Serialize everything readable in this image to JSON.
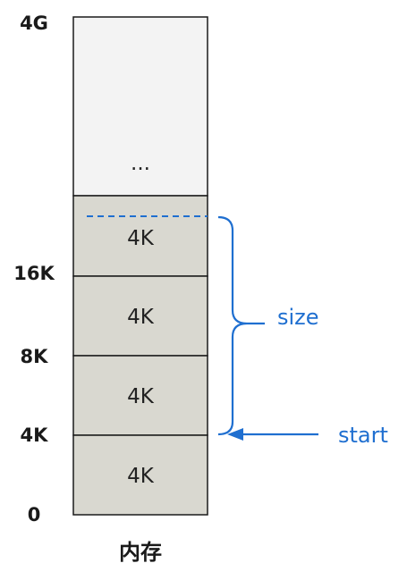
{
  "memory": {
    "caption": "内存",
    "top_region_label": "...",
    "blocks": [
      {
        "label": "4K"
      },
      {
        "label": "4K"
      },
      {
        "label": "4K"
      },
      {
        "label": "4K"
      }
    ]
  },
  "address_labels": {
    "top": "4G",
    "a16k": "16K",
    "a8k": "8K",
    "a4k": "4K",
    "zero": "0"
  },
  "annotations": {
    "size_label": "size",
    "start_label": "start"
  },
  "colors": {
    "block_fill": "#d9d8d0",
    "top_region_fill": "#f3f3f3",
    "annotation": "#1f6fd0",
    "border": "#1a1a1a"
  }
}
